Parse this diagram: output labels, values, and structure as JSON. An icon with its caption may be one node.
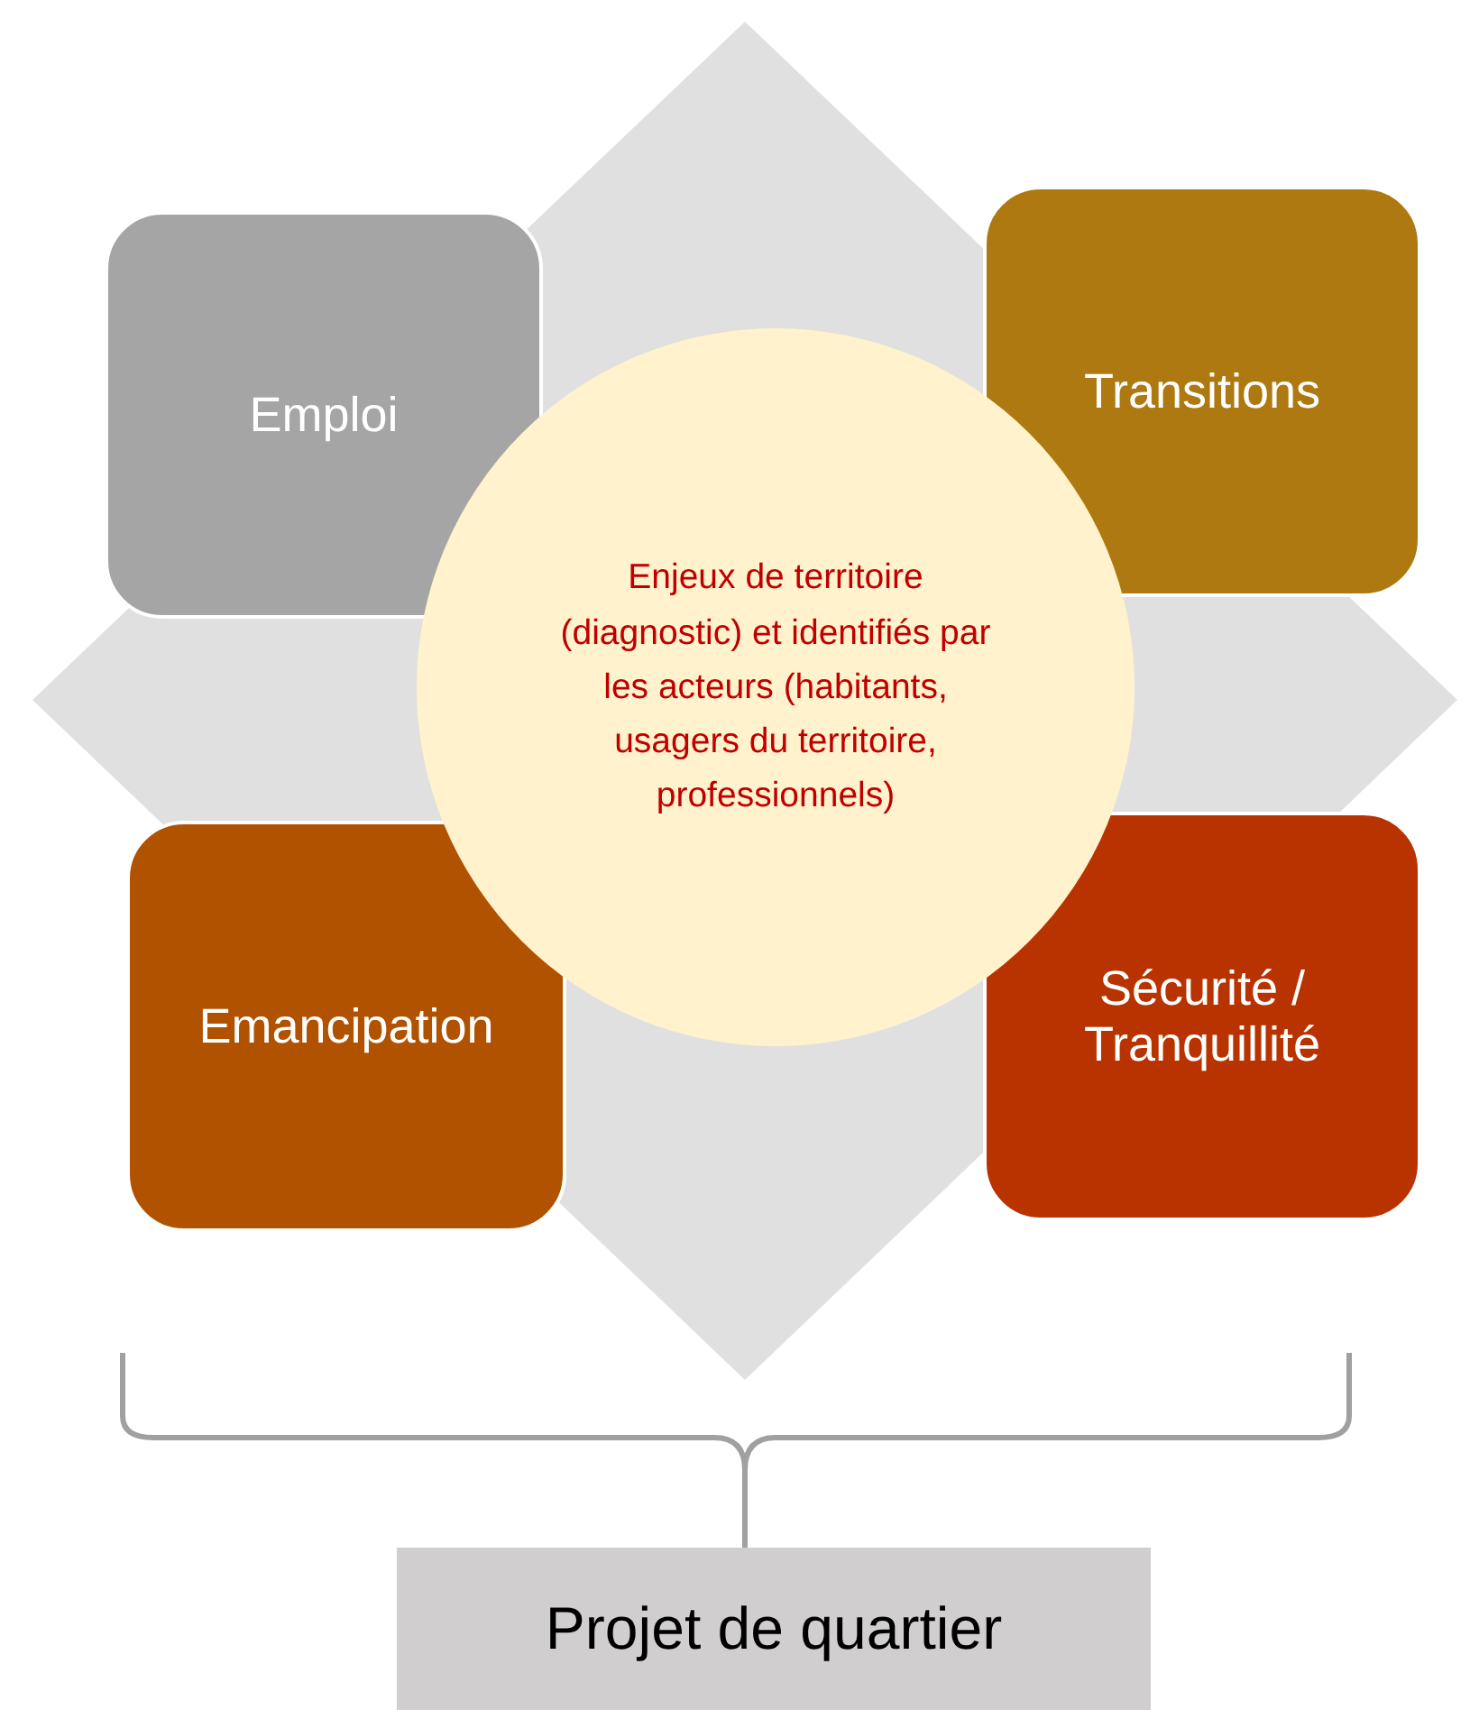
{
  "diagram": {
    "nodes": [
      {
        "text": [
          "Emploi"
        ]
      },
      {
        "text": [
          "Transitions"
        ]
      },
      {
        "text": [
          "Enjeux de territoire (diagnostic) et identifiés par les acteurs (habitants, usagers du territoire, professionnels)"
        ]
      },
      {
        "text": [
          "Emancipation"
        ]
      },
      {
        "text": [
          "Sécurité / Tranquillité"
        ]
      },
      {
        "text": [
          "Projet de quartier"
        ]
      }
    ]
  }
}
